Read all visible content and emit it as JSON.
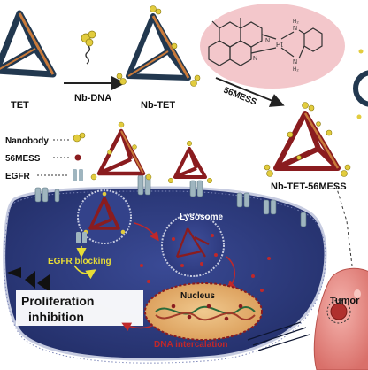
{
  "labels": {
    "tet": "TET",
    "nb_dna": "Nb-DNA",
    "nb_tet": "Nb-TET",
    "mess": "56MESS",
    "nb_tet_56mess": "Nb-TET-56MESS",
    "tumor": "Tumor"
  },
  "legend": {
    "nanobody": "Nanobody",
    "mess": "56MESS",
    "egfr": "EGFR"
  },
  "cell": {
    "lysosome": "Lysosome",
    "nucleus": "Nucleus",
    "egfr_blocking": "EGFR blocking",
    "proliferation_line1": "Proliferation",
    "proliferation_line2": "inhibition",
    "dna_intercalation": "DNA intercalation"
  },
  "molecule": {
    "nh2_top": "H₂",
    "n_top": "N",
    "pt": "Pt",
    "nh2_bottom": "H₂",
    "n_bottom": "N",
    "n_ring_left": "N",
    "n_ring_right": "N"
  },
  "colors": {
    "tetra_edge_blue": "#22384f",
    "tetra_edge_red": "#8a1c1f",
    "tetra_core_orange": "#c97a3a",
    "cell_fill": "#2b3878",
    "nucleus_fill": "#e4b47a",
    "nanobody_yellow": "#e2cc3e",
    "molecule_bg": "#f3c7cb",
    "label_red": "#c0282a",
    "egfr_yellow": "#e8dd36",
    "tumor_pink": "#e89089"
  }
}
